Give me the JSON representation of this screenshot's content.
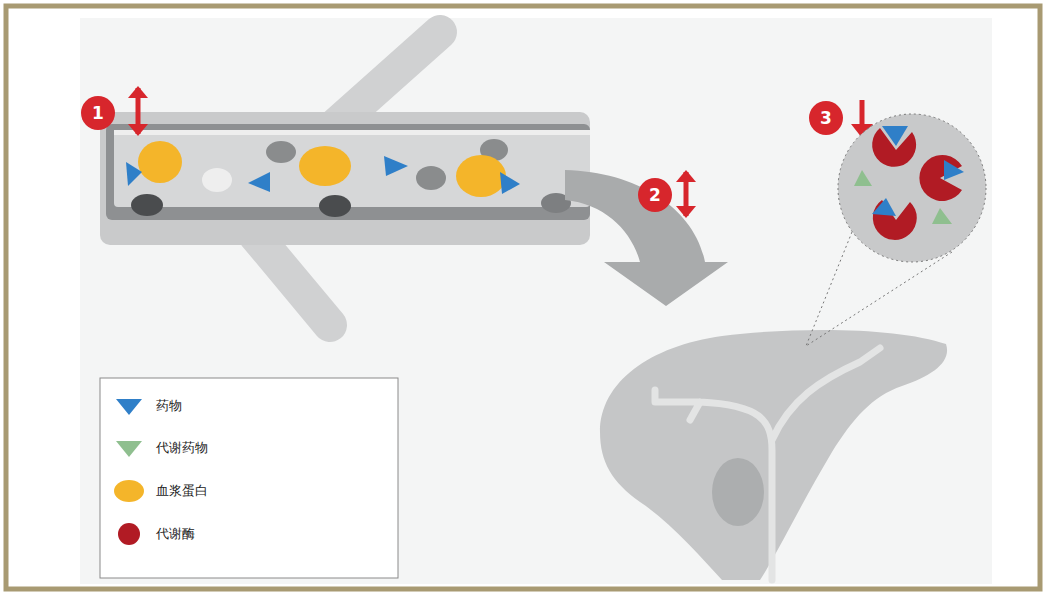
{
  "diagram": {
    "labels": [
      "1",
      "2",
      "3"
    ],
    "legend": [
      {
        "text": "药物",
        "color": "#2f7fc8"
      },
      {
        "text": "代谢药物",
        "color": "#8fbf8f"
      },
      {
        "text": "血浆蛋白",
        "color": "#f4b52a"
      },
      {
        "text": "代谢酶",
        "color": "#b11b24"
      }
    ]
  }
}
